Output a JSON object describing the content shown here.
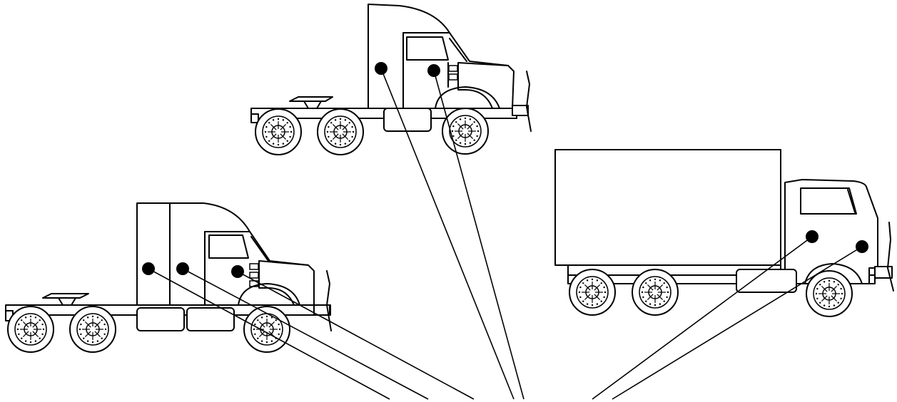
{
  "figure": {
    "kind": "patent-style line drawing",
    "vehicles": [
      {
        "id": "top",
        "type": "semi-tractor with sleeper cab",
        "axles": 3,
        "callout_points": 2
      },
      {
        "id": "left",
        "type": "semi-tractor with extended sleeper cab",
        "axles": 3,
        "callout_points": 3
      },
      {
        "id": "right",
        "type": "box truck",
        "axles": 3,
        "callout_points": 2
      }
    ],
    "leader_line_count": 7,
    "colors": {
      "line": "#000000",
      "background": "#ffffff"
    }
  }
}
